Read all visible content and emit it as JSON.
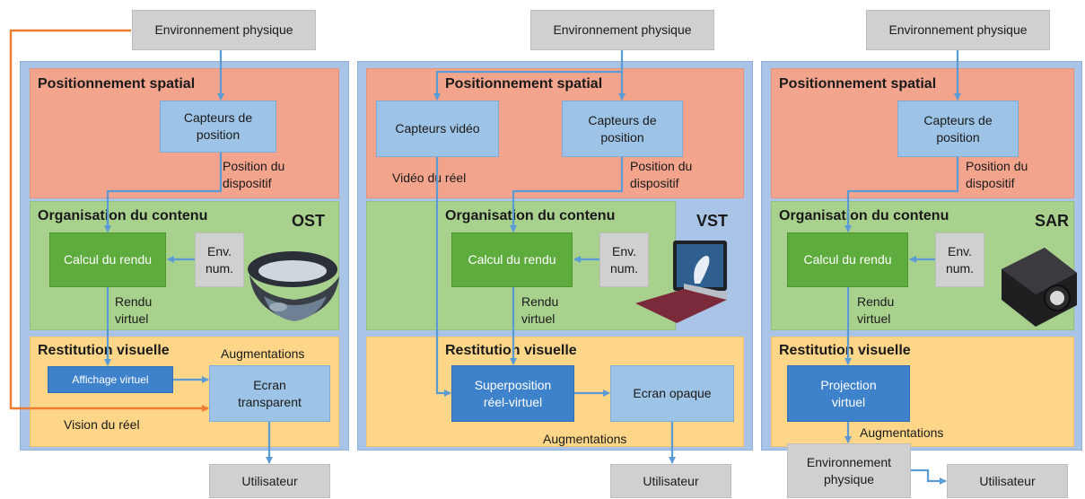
{
  "panels": [
    {
      "env_top": "Environnement physique",
      "positioning": {
        "title": "Positionnement spatial",
        "sensor": "Capteurs de position",
        "device_position": "Position du dispositif"
      },
      "organization": {
        "title": "Organisation du contenu",
        "tag": "OST",
        "render": "Calcul du rendu",
        "env_num": "Env. num.",
        "render_out": "Rendu virtuel",
        "device_image": "headset"
      },
      "restitution": {
        "title": "Restitution visuelle",
        "augmentations": "Augmentations",
        "virtual_display": "Affichage virtuel",
        "screen": "Ecran transparent",
        "real_vision": "Vision du réel"
      },
      "user": "Utilisateur"
    },
    {
      "env_top": "Environnement physique",
      "positioning": {
        "title": "Positionnement spatial",
        "video_sensor": "Capteurs vidéo",
        "sensor": "Capteurs de position",
        "video_real": "Vidéo du réel",
        "device_position": "Position du dispositif"
      },
      "organization": {
        "title": "Organisation du contenu",
        "tag": "VST",
        "render": "Calcul du rendu",
        "env_num": "Env. num.",
        "render_out": "Rendu virtuel",
        "device_image": "tablet"
      },
      "restitution": {
        "title": "Restitution visuelle",
        "superposition": "Superposition réel-virtuel",
        "screen": "Ecran opaque",
        "augmentations": "Augmentations"
      },
      "user": "Utilisateur"
    },
    {
      "env_top": "Environnement physique",
      "positioning": {
        "title": "Positionnement spatial",
        "sensor": "Capteurs de position",
        "device_position": "Position du dispositif"
      },
      "organization": {
        "title": "Organisation du contenu",
        "tag": "SAR",
        "render": "Calcul du rendu",
        "env_num": "Env. num.",
        "render_out": "Rendu virtuel",
        "device_image": "projector"
      },
      "restitution": {
        "title": "Restitution visuelle",
        "projection": "Projection virtuel",
        "augmentations": "Augmentations"
      },
      "env_bottom": "Environnement physique",
      "user": "Utilisateur"
    }
  ],
  "colors": {
    "outer": "#a9c4e6",
    "positioning": "#f3a48d",
    "organization": "#a9d18e",
    "restitution": "#fdd68a",
    "arrow": "#5b9bd5",
    "real_path": "#ed7d31"
  }
}
